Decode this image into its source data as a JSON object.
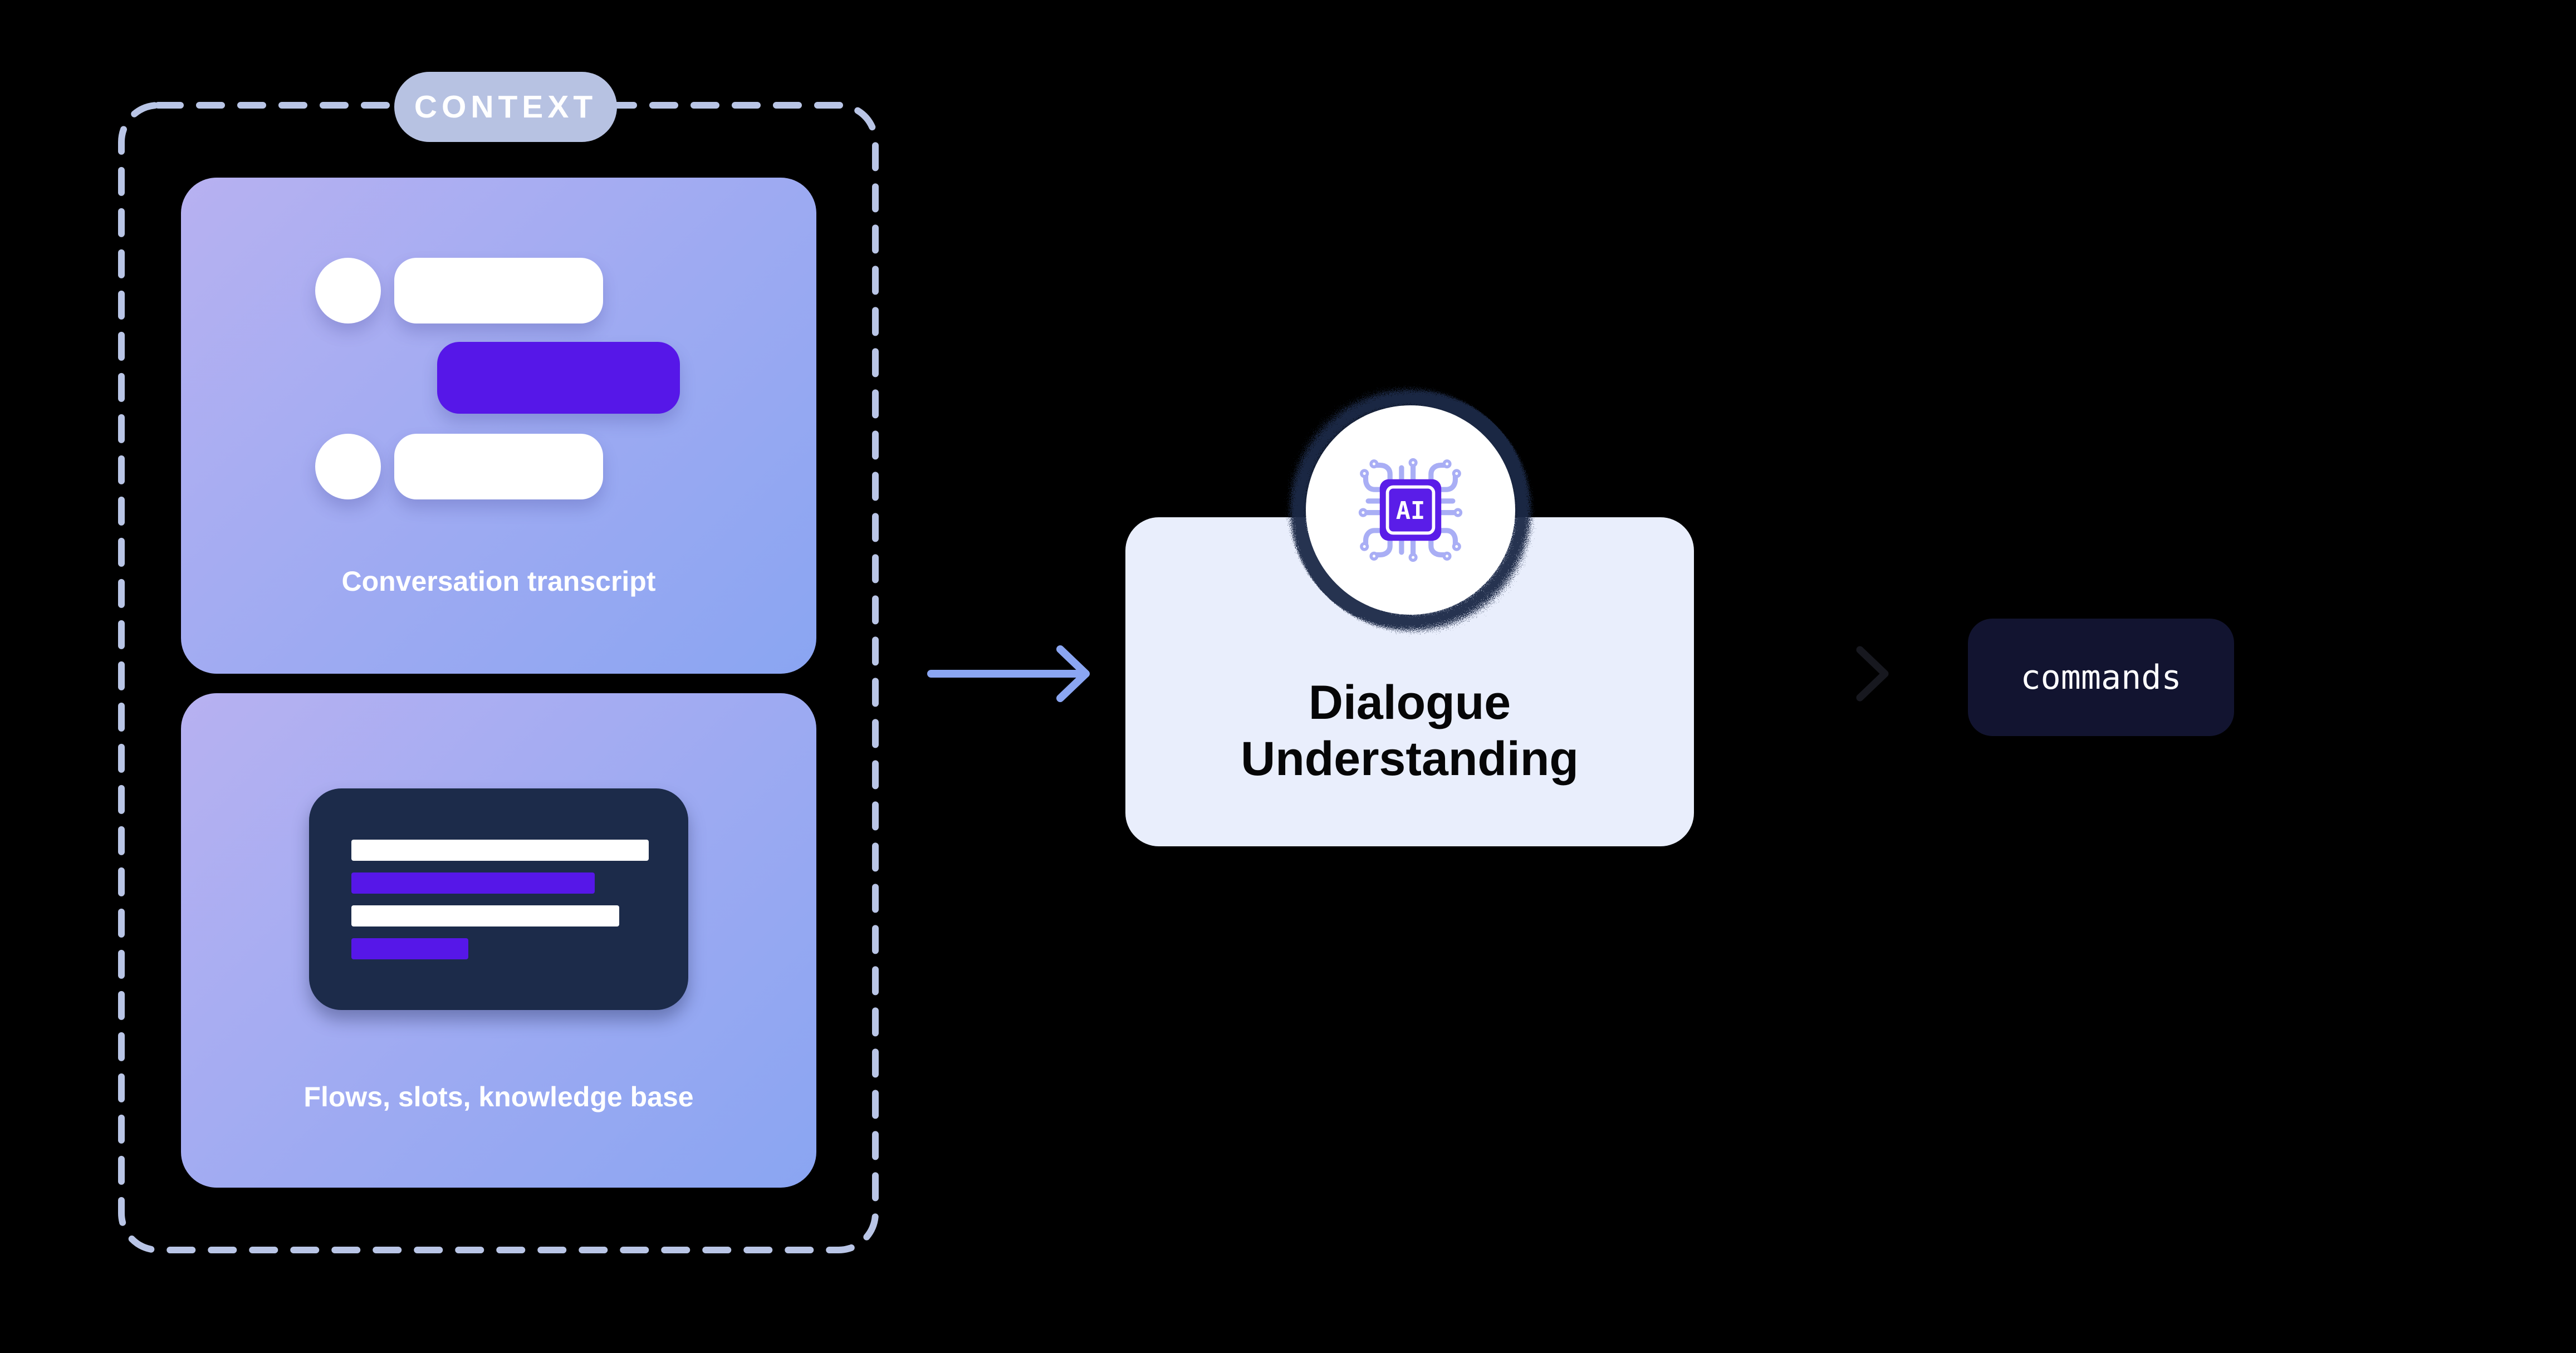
{
  "context_group": {
    "label": "CONTEXT",
    "cards": [
      {
        "id": "conversation-transcript",
        "label": "Conversation transcript"
      },
      {
        "id": "flows-slots-knowledge-base",
        "label": "Flows, slots, knowledge base"
      }
    ]
  },
  "process_box": {
    "title": "Dialogue Understanding",
    "icon": "ai-chip-icon",
    "icon_label": "AI"
  },
  "output_box": {
    "label": "commands"
  },
  "colors": {
    "background": "#000000",
    "dashed_border": "#b9c5e6",
    "context_pill_bg": "#b7c2e2",
    "card_gradient_start": "#b7b1f1",
    "card_gradient_end": "#8aa5f2",
    "user_bubble": "#ffffff",
    "assistant_bubble": "#5617e8",
    "code_block_bg": "#1c2b4a",
    "process_box_bg": "#e9eefc",
    "process_title_color": "#060607",
    "arrow_blue": "#8ba6f2",
    "output_box_bg": "#121430",
    "chip_purple": "#5a1de8",
    "trace_lavender": "#a9aef5",
    "halo_ring": "#1e2a47"
  }
}
